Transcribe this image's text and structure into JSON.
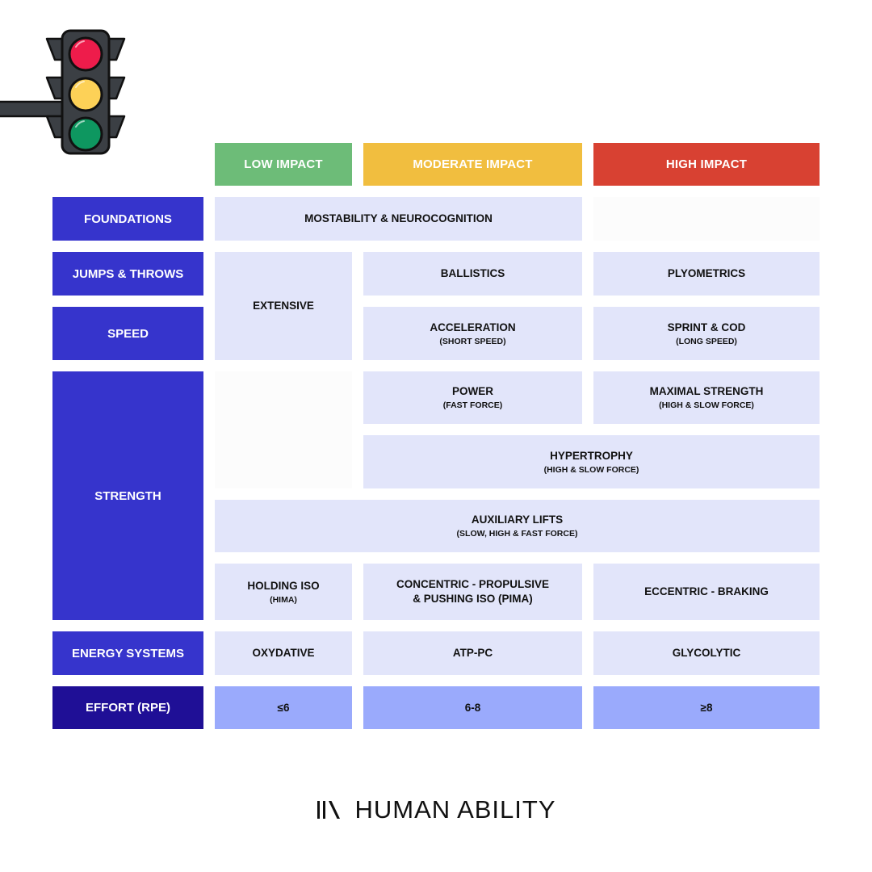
{
  "colors": {
    "low": "#6dbc78",
    "moderate": "#f1be3f",
    "high": "#d84132",
    "row_label": "#3634cc",
    "row_label_dark": "#1f0f96",
    "cell": "#e2e5fa",
    "rpe_cell": "#9aaafc"
  },
  "headers": {
    "low": "LOW IMPACT",
    "moderate": "MODERATE IMPACT",
    "high": "HIGH IMPACT"
  },
  "rows": {
    "foundations": "FOUNDATIONS",
    "jumps_throws": "JUMPS & THROWS",
    "speed": "SPEED",
    "strength": "STRENGTH",
    "energy_systems": "ENERGY SYSTEMS",
    "effort": "EFFORT (RPE)"
  },
  "cells": {
    "mostability": {
      "title": "MOSTABILITY & NEUROCOGNITION"
    },
    "extensive": {
      "title": "EXTENSIVE"
    },
    "ballistics": {
      "title": "BALLISTICS"
    },
    "plyometrics": {
      "title": "PLYOMETRICS"
    },
    "acceleration": {
      "title": "ACCELERATION",
      "sub": "(SHORT SPEED)"
    },
    "sprint_cod": {
      "title": "SPRINT & COD",
      "sub": "(LONG SPEED)"
    },
    "power": {
      "title": "POWER",
      "sub": "(FAST FORCE)"
    },
    "maximal_strength": {
      "title": "MAXIMAL STRENGTH",
      "sub": "(HIGH & SLOW FORCE)"
    },
    "hypertrophy": {
      "title": "HYPERTROPHY",
      "sub": "(HIGH & SLOW FORCE)"
    },
    "auxiliary_lifts": {
      "title": "AUXILIARY LIFTS",
      "sub": "(SLOW, HIGH &  FAST FORCE)"
    },
    "holding_iso": {
      "title": "HOLDING ISO",
      "sub": "(HIMA)"
    },
    "concentric": {
      "line1": "CONCENTRIC - PROPULSIVE",
      "line2": "& PUSHING ISO (PIMA)"
    },
    "eccentric": {
      "title": "ECCENTRIC - BRAKING"
    },
    "oxydative": {
      "title": "OXYDATIVE"
    },
    "atp_pc": {
      "title": "ATP-PC"
    },
    "glycolytic": {
      "title": "GLYCOLYTIC"
    },
    "rpe_low": {
      "title": "≤6"
    },
    "rpe_mod": {
      "title": "6-8"
    },
    "rpe_high": {
      "title": "≥8"
    }
  },
  "brand": {
    "name": "HUMAN ABILITY"
  },
  "traffic_light": {
    "lamps": [
      "red",
      "yellow",
      "green"
    ]
  }
}
